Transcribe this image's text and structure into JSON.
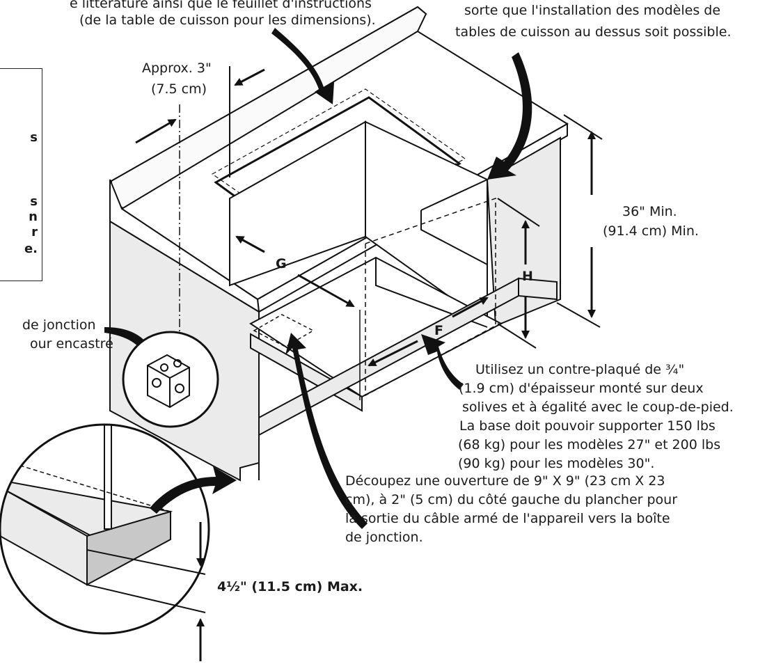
{
  "top_left_note": {
    "line1": "e littérature ainsi que le feuillet d'instructions",
    "line2": "(de la table de cuisson pour les dimensions)."
  },
  "top_right_note": {
    "line1": "sorte que l'installation des modèles de",
    "line2": "tables de cuisson au dessus soit possible."
  },
  "left_box": {
    "lines": [
      "s",
      "s",
      "n",
      "r",
      "e."
    ]
  },
  "approx_label": {
    "line1": "Approx. 3\"",
    "line2": "(7.5 cm)"
  },
  "height_label": {
    "line1": "36\" Min.",
    "line2": "(91.4 cm) Min."
  },
  "letters": {
    "g": "G",
    "h": "H",
    "f": "F"
  },
  "junction_label": {
    "line1": "de jonction",
    "line2": "our encastré"
  },
  "plywood_note": {
    "line1": "Utilisez un contre-plaqué de ¾\"",
    "line2": "(1.9 cm) d'épaisseur monté sur deux",
    "line3": "solives et à égalité avec le coup-de-pied.",
    "line4": "La base doit pouvoir supporter 150 lbs",
    "line5": "(68 kg) pour les modèles 27\" et 200 lbs",
    "line6": "(90 kg) pour les modèles 30\"."
  },
  "cutout_note": {
    "line1": "Découpez une ouverture de 9\" X 9\" (23 cm X 23",
    "line2": "cm), à 2\" (5 cm) du côté gauche du plancher pour",
    "line3": "la sortie du câble armé de l'appareil vers la boîte",
    "line4": "de jonction."
  },
  "toekick_label": "4½\" (11.5 cm) Max.",
  "colors": {
    "panel_fill": "#ebebeb",
    "shadow_fill": "#c8c8c8",
    "line": "#111111"
  }
}
